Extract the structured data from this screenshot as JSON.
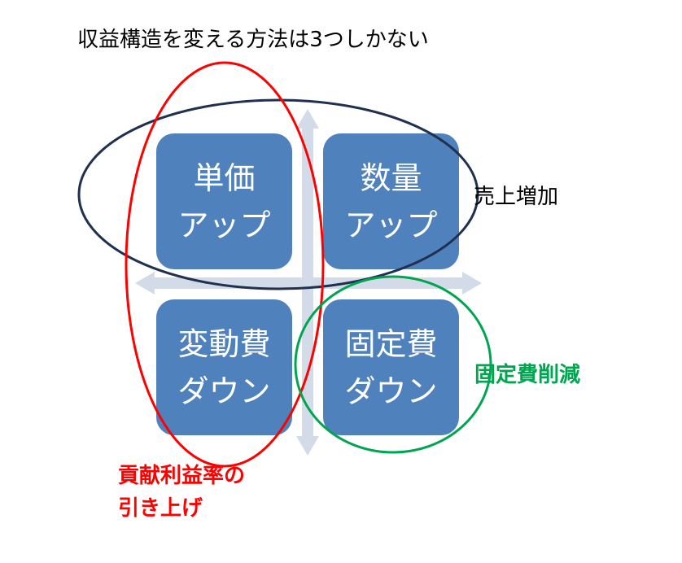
{
  "title": "収益構造を変える方法は3つしかない",
  "quadrants": {
    "top_left": {
      "line1": "単価",
      "line2": "アップ"
    },
    "top_right": {
      "line1": "数量",
      "line2": "アップ"
    },
    "bottom_left": {
      "line1": "変動費",
      "line2": "ダウン"
    },
    "bottom_right": {
      "line1": "固定費",
      "line2": "ダウン"
    }
  },
  "annotations": {
    "sales_increase": {
      "text": "売上増加",
      "color": "#000000"
    },
    "fixed_cost_reduction": {
      "text": "固定費削減",
      "color": "#00a550"
    },
    "contribution_margin": {
      "line1": "貢献利益率の",
      "line2": "引き上げ",
      "color": "#ff0000"
    }
  },
  "colors": {
    "box_fill": "#4f81bd",
    "axis_arrow": "#d4dbe8",
    "sales_ellipse": "#1f3050",
    "margin_ellipse": "#ff0000",
    "fixed_circle": "#00a550"
  }
}
